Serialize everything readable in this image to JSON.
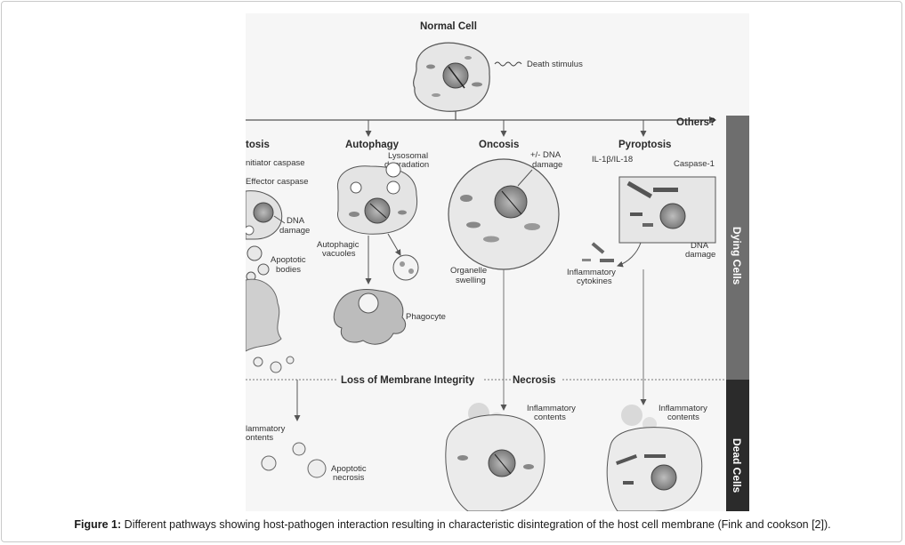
{
  "figure": {
    "top_title": "Normal Cell",
    "stimulus": "Death stimulus",
    "others": "Others?",
    "pathways": {
      "apoptosis": "tosis",
      "autophagy": "Autophagy",
      "oncosis": "Oncosis",
      "pyroptosis": "Pyroptosis"
    },
    "labels": {
      "initiator": "nitiator caspase",
      "effector": "Effector caspase",
      "dna_damage_1a": "DNA",
      "dna_damage_1b": "damage",
      "apoptotic_bodies_a": "Apoptotic",
      "apoptotic_bodies_b": "bodies",
      "lysosomal_a": "Lysosomal",
      "lysosomal_b": "degradation",
      "autophagic_a": "Autophagic",
      "autophagic_b": "vacuoles",
      "phagocyte": "Phagocyte",
      "dna_pm_a": "+/- DNA",
      "dna_pm_b": "damage",
      "organelle_a": "Organelle",
      "organelle_b": "swelling",
      "il": "IL-1β/IL-18",
      "caspase1": "Caspase-1",
      "dna_damage_2a": "DNA",
      "dna_damage_2b": "damage",
      "infl_cyt_a": "Inflammatory",
      "infl_cyt_b": "cytokines",
      "loss": "Loss of Membrane Integrity",
      "necrosis": "Necrosis",
      "infl_cont_left_a": "lammatory",
      "infl_cont_left_b": "ontents",
      "apoptotic_necrosis_a": "Apoptotic",
      "apoptotic_necrosis_b": "necrosis",
      "infl_cont_mid_a": "Inflammatory",
      "infl_cont_mid_b": "contents",
      "infl_cont_right_a": "Inflammatory",
      "infl_cont_right_b": "contents"
    },
    "side_bars": {
      "dying": "Dying Cells",
      "dead": "Dead Cells"
    }
  },
  "caption": {
    "prefix": "Figure 1:",
    "text": " Different pathways showing host-pathogen interaction resulting in characteristic disintegration of the host cell membrane (Fink and cookson [2])."
  }
}
